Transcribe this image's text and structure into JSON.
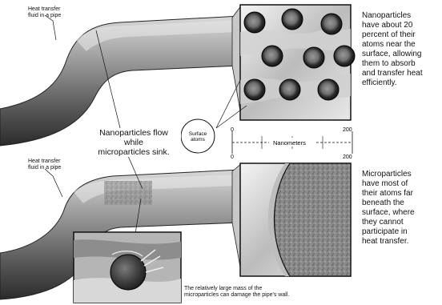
{
  "top_pipe": {
    "label_line1": "Heat transfer",
    "label_line2": "fluid in a pipe"
  },
  "bottom_pipe": {
    "label_line1": "Heat transfer",
    "label_line2": "fluid in a pipe"
  },
  "center_caption": {
    "line1": "Nanoparticles flow",
    "line2": "while",
    "line3": "microparticles sink."
  },
  "surface_atoms": {
    "line1": "Surface",
    "line2": "atoms"
  },
  "scale": {
    "top_left": "0",
    "top_right": "200",
    "bottom_left": "0",
    "bottom_right": "200",
    "label": "Nanometers"
  },
  "nano_text": [
    "Nanoparticles",
    "have about 20",
    "percent of their",
    "atoms near the",
    "surface, allowing",
    "them to absorb",
    "and transfer heat",
    "efficiently."
  ],
  "micro_text": [
    "Microparticles",
    "have most of",
    "their atoms far",
    "beneath the",
    "surface, where",
    "they cannot",
    "participate in",
    "heat transfer."
  ],
  "damage_caption": {
    "line1": "The relatively large mass of the",
    "line2": "microparticles can damage the pipe's wall."
  }
}
